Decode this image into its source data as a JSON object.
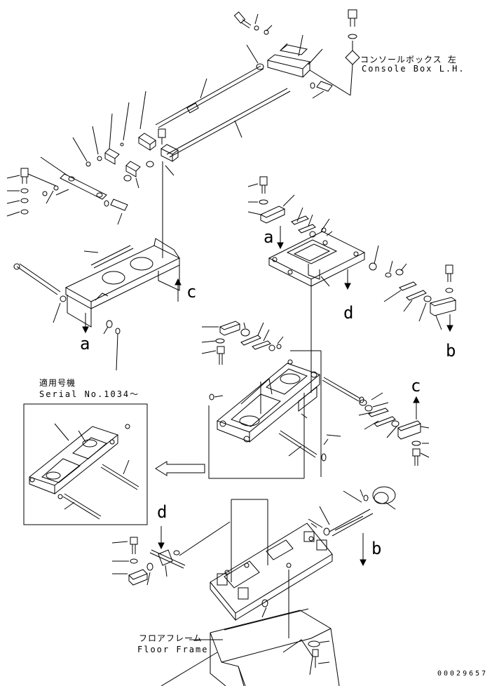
{
  "labels": {
    "console_jp": "コンソールボックス 左",
    "console_en": "Console Box L.H.",
    "serial_jp": "適用号機",
    "serial_en": "Serial No.1034～",
    "floor_jp": "フロアフレーム",
    "floor_en": "Floor Frame",
    "drawing_no": "00029657"
  },
  "refs": {
    "a1": "a",
    "a2": "a",
    "b1": "b",
    "b2": "b",
    "c1": "c",
    "c2": "c",
    "d1": "d",
    "d2": "d"
  },
  "colors": {
    "line": "#000000",
    "background": "#ffffff"
  }
}
